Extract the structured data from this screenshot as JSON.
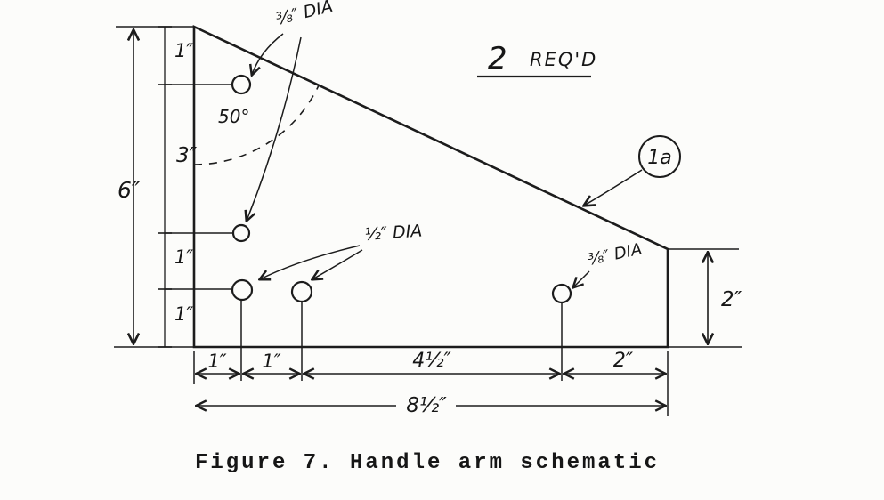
{
  "figure": {
    "caption": "Figure 7. Handle arm schematic"
  },
  "notes": {
    "qty_number": "2",
    "qty_label": "REQ'D",
    "balloon": "1a"
  },
  "dims": {
    "left_total": "6″",
    "left_segments": [
      "1″",
      "3″",
      "1″",
      "1″"
    ],
    "bottom_segments": [
      "1″",
      "1″",
      "4½″",
      "2″"
    ],
    "bottom_total": "8½″",
    "right": "2″",
    "angle": "50°"
  },
  "hole_labels": {
    "top": "⅜″ DIA",
    "middle": "½″ DIA",
    "right": "⅜″ DIA"
  }
}
